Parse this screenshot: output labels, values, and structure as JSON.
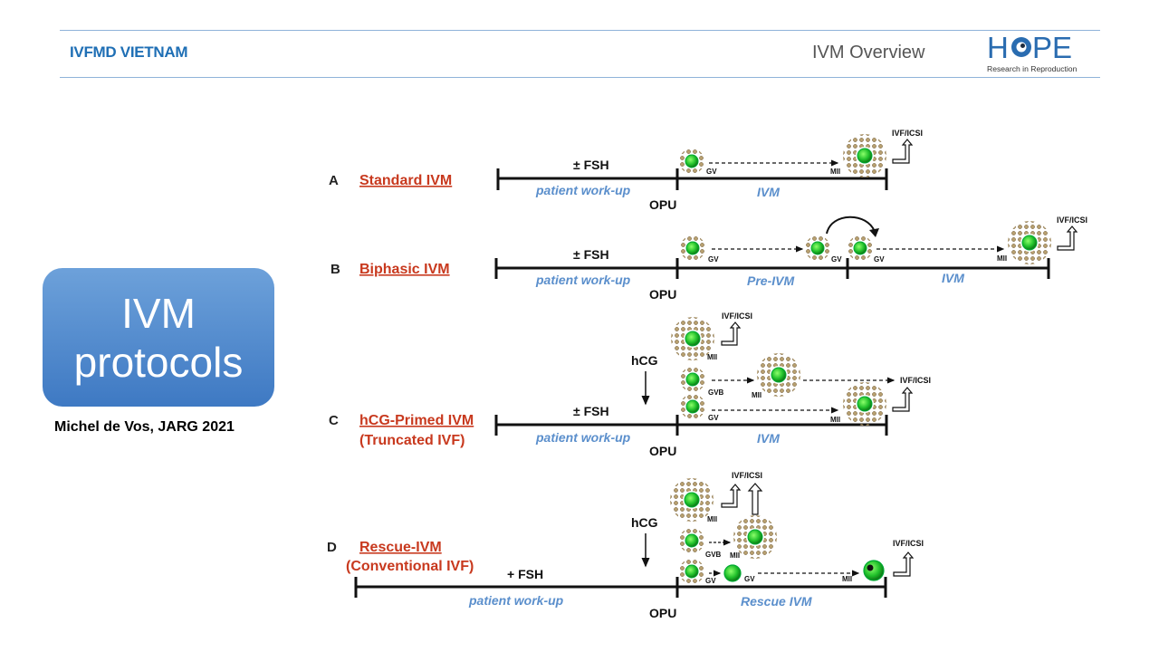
{
  "header": {
    "brand": "IVFMD VIETNAM",
    "deck_title": "IVM Overview",
    "logo": {
      "word": "HOPE",
      "tagline": "Research in Reproduction"
    }
  },
  "sidebar": {
    "box_title": "IVM\nprotocols",
    "citation": "Michel de Vos, JARG 2021"
  },
  "diagram": {
    "common": {
      "opu": "OPU",
      "ivf_icsi": "IVF/ICSI",
      "gv": "GV",
      "gvb": "GVB",
      "mii": "MII",
      "hcg": "hCG"
    },
    "protocols": [
      {
        "letter": "A",
        "name": "Standard IVM",
        "subtitle": "",
        "fsh": "± FSH",
        "phases": [
          "patient work-up",
          "IVM"
        ]
      },
      {
        "letter": "B",
        "name": "Biphasic IVM",
        "subtitle": "",
        "fsh": "± FSH",
        "phases": [
          "patient work-up",
          "Pre-IVM",
          "IVM"
        ]
      },
      {
        "letter": "C",
        "name": "hCG-Primed IVM",
        "subtitle": "(Truncated IVF)",
        "fsh": "± FSH",
        "phases": [
          "patient work-up",
          "IVM"
        ]
      },
      {
        "letter": "D",
        "name": "Rescue-IVM",
        "subtitle": "(Conventional IVF)",
        "fsh": "+ FSH",
        "phases": [
          "patient work-up",
          "Rescue IVM"
        ]
      }
    ]
  },
  "colors": {
    "accent": "#1f6fb5",
    "protocol_name": "#c8391e",
    "phase_label": "#5b8fcc",
    "oocyte": "#1fbf2a"
  }
}
